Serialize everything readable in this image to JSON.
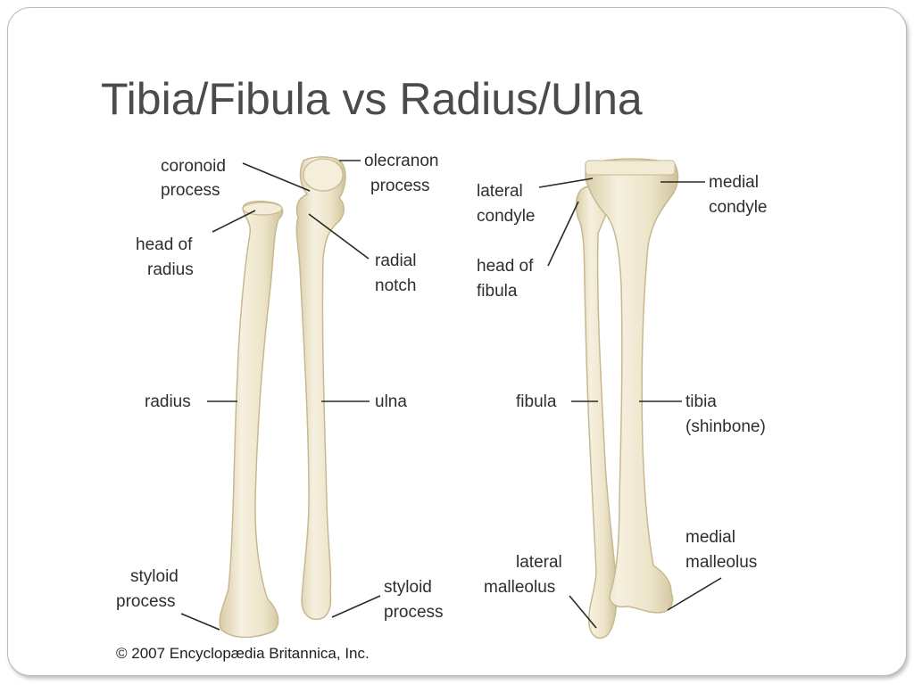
{
  "slide": {
    "title": "Tibia/Fibula vs Radius/Ulna"
  },
  "colors": {
    "bone_fill": "#efe7cf",
    "bone_shade": "#d7cba6",
    "bone_highlight": "#faf6ea",
    "title_color": "#4b4b4b",
    "label_color": "#2e2e2e"
  },
  "figure": {
    "credit": "© 2007 Encyclopædia Britannica, Inc.",
    "labels": {
      "coronoid_1": "coronoid",
      "coronoid_2": "process",
      "olecranon_1": "olecranon",
      "olecranon_2": "process",
      "head_radius_1": "head of",
      "head_radius_2": "radius",
      "radial_notch_1": "radial",
      "radial_notch_2": "notch",
      "radius": "radius",
      "ulna": "ulna",
      "styloid_left_1": "styloid",
      "styloid_left_2": "process",
      "styloid_right_1": "styloid",
      "styloid_right_2": "process",
      "lateral_condyle_1": "lateral",
      "lateral_condyle_2": "condyle",
      "medial_condyle_1": "medial",
      "medial_condyle_2": "condyle",
      "head_fibula_1": "head of",
      "head_fibula_2": "fibula",
      "fibula": "fibula",
      "tibia_1": "tibia",
      "tibia_2": "(shinbone)",
      "lateral_malleolus_1": "lateral",
      "lateral_malleolus_2": "malleolus",
      "medial_malleolus_1": "medial",
      "medial_malleolus_2": "malleolus"
    }
  }
}
